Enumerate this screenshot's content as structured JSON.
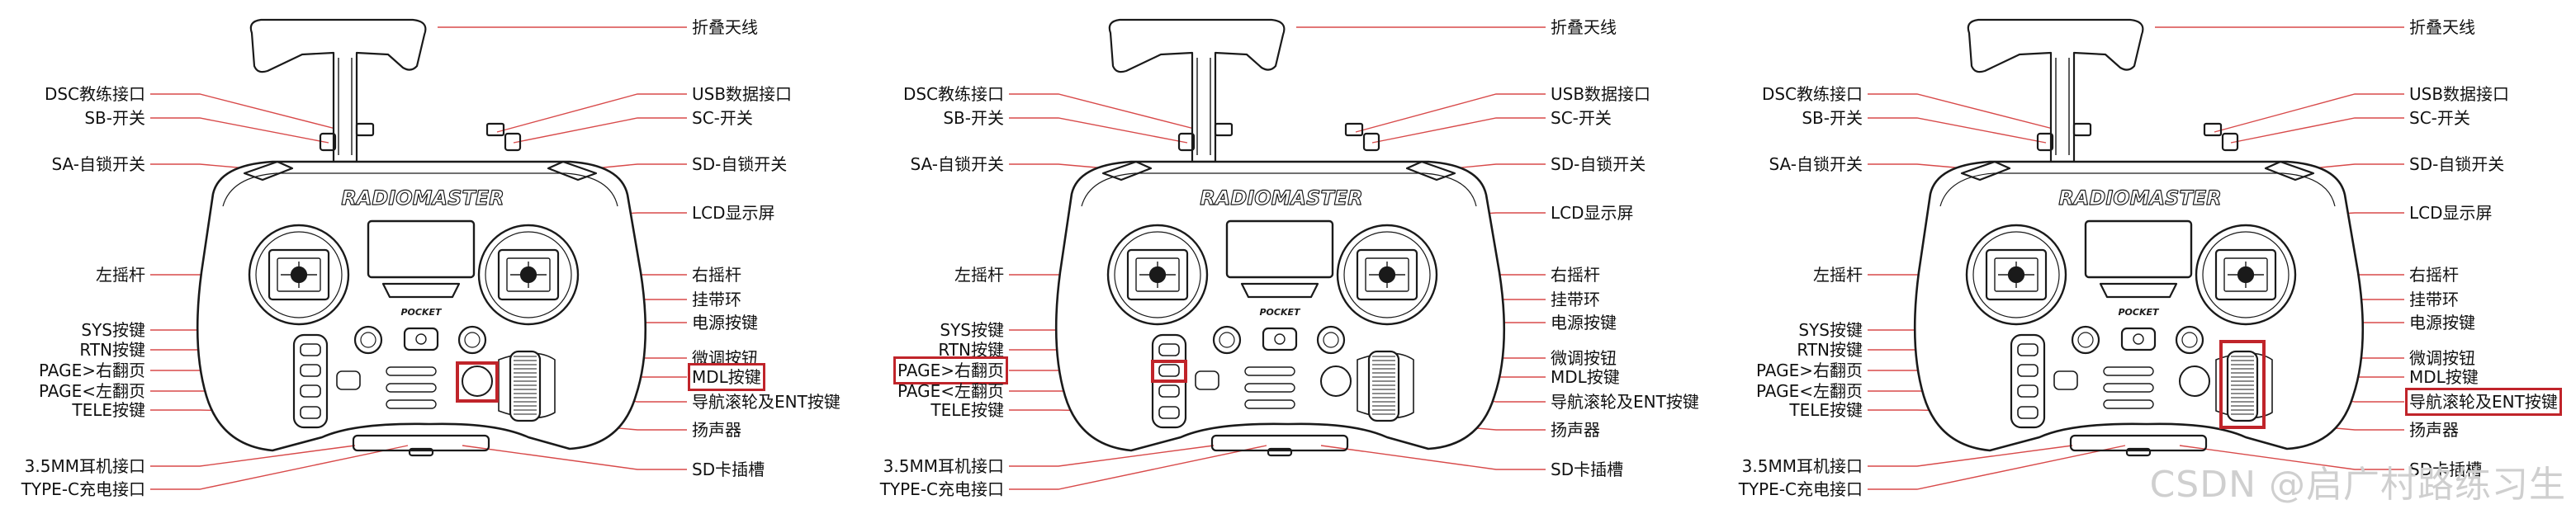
{
  "brand": {
    "name": "RADIOMASTER",
    "model": "POCKET"
  },
  "labels": {
    "fold_antenna": "折叠天线",
    "dsc": "DSC教练接口",
    "usb": "USB数据接口",
    "sb": "SB-开关",
    "sc": "SC-开关",
    "sa": "SA-自锁开关",
    "sd": "SD-自锁开关",
    "lcd": "LCD显示屏",
    "left_stick": "左摇杆",
    "right_stick": "右摇杆",
    "strap_ring": "挂带环",
    "power_button": "电源按键",
    "sys": "SYS按键",
    "rtn": "RTN按键",
    "page_right": "PAGE>右翻页",
    "page_left": "PAGE<左翻页",
    "tele": "TELE按键",
    "trim": "微调按钮",
    "mdl": "MDL按键",
    "nav": "导航滚轮及ENT按键",
    "speaker": "扬声器",
    "jack": "3.5MM耳机接口",
    "typec": "TYPE-C充电接口",
    "sd_slot": "SD卡插槽"
  },
  "buttons": {
    "sys": "SYS",
    "rtn": "RTN",
    "page": "PAGE",
    "tele": "TELE",
    "mdl": "MDL"
  },
  "colors": {
    "highlight": "#c0242a",
    "line": "#d84a4a",
    "outline": "#1a1a1a"
  },
  "panels": [
    {
      "highlight": "mdl"
    },
    {
      "highlight": "page_right"
    },
    {
      "highlight": "nav"
    }
  ],
  "watermark": "CSDN @启广村路练习生"
}
